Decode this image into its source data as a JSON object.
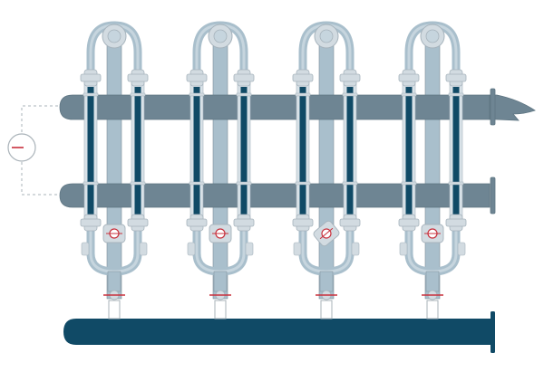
{
  "diagram": {
    "background": "#ffffff",
    "colors": {
      "header": "#6e8593",
      "header_dark": "#5e7582",
      "riser": "#a9bfcc",
      "riser_light": "#c6d5de",
      "fitting": "#d2dbe1",
      "fitting_stroke": "#a6b3bc",
      "tube_fill": "#104a66",
      "tube_frame": "#d9e2e8",
      "drain_header": "#104a66",
      "gauge_line": "#aab3b9",
      "valve_red": "#c8303c",
      "outline": "#7f8f99"
    },
    "units": [
      {
        "id": "unit-1",
        "valve_style": "ball"
      },
      {
        "id": "unit-2",
        "valve_style": "ball"
      },
      {
        "id": "unit-3",
        "valve_style": "rotated"
      },
      {
        "id": "unit-4",
        "valve_style": "ball"
      }
    ],
    "icons": {
      "gauge": "pressure-gauge-icon",
      "valve": "valve-icon",
      "open_end": "broken-pipe-end-icon"
    }
  }
}
